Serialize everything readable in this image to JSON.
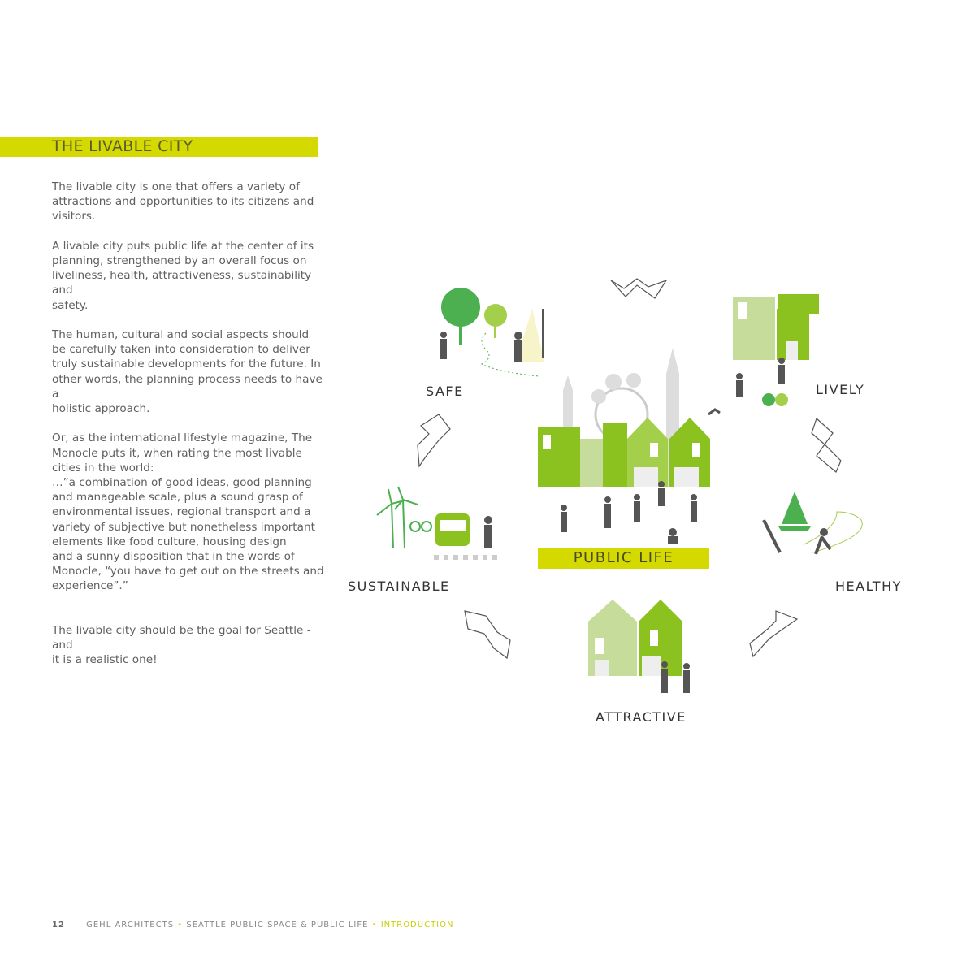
{
  "heading": "THE LIVABLE CITY",
  "paragraphs": [
    "The livable city is one that offers a variety of\nattractions and opportunities to its citizens and\nvisitors.",
    "A livable city puts public life at the center of its\nplanning, strengthened by an overall focus on\nliveliness, health, attractiveness, sustainability and\nsafety.",
    "The human, cultural and social aspects should\nbe carefully taken into consideration to deliver\ntruly sustainable developments for the future. In\nother words, the planning process needs to have a\nholistic approach.",
    "Or, as the international lifestyle magazine, The\nMonocle puts it, when rating the most livable\ncities in the world:\n…”a combination of good ideas, good planning\nand manageable scale, plus a sound grasp of\nenvironmental issues, regional transport and a\nvariety of subjective but nonetheless important\nelements like food culture, housing design\nand a sunny disposition that in the words of\nMonocle, “you have to get out on the streets and\nexperience”.”",
    "The livable city should be the goal for Seattle - and\nit is a realistic one!"
  ],
  "diagram": {
    "center": "PUBLIC LIFE",
    "safe": "SAFE",
    "lively": "LIVELY",
    "healthy": "HEALTHY",
    "attractive": "ATTRACTIVE",
    "sustainable": "SUSTAINABLE"
  },
  "footer": {
    "page": "12",
    "org": "GEHL ARCHITECTS",
    "sep": "•",
    "title": "SEATTLE PUBLIC SPACE & PUBLIC LIFE",
    "section": "INTRODUCTION"
  },
  "colors": {
    "accent": "#d4d900",
    "green": "#8cc21f",
    "light_green": "#c5dc9a"
  }
}
